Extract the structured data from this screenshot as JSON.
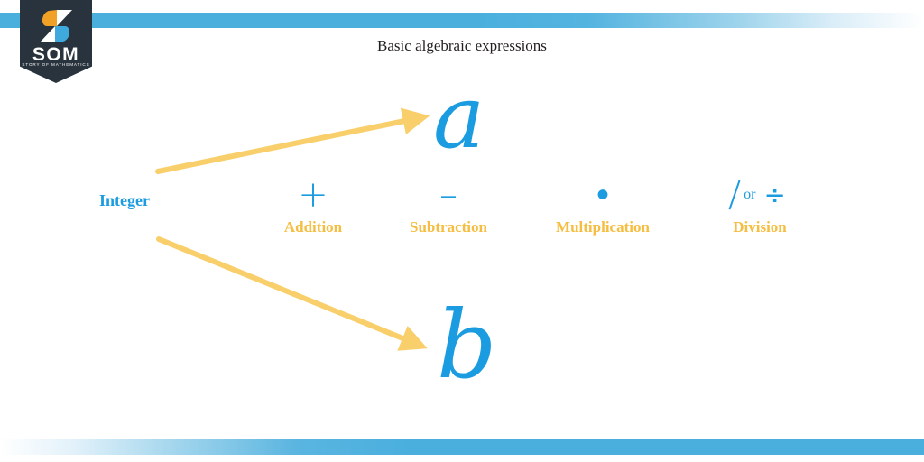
{
  "brand": {
    "logo_name": "SOM",
    "tagline": "STORY OF MATHEMATICS",
    "badge_color": "#28333D",
    "accent_orange": "#F2A127",
    "accent_blue": "#3FA9DE"
  },
  "header": {
    "title": "Basic algebraic expressions",
    "bar_color": "#4BAFDE"
  },
  "diagram": {
    "source_label": "Integer",
    "source_color": "#1B9CE0",
    "arrow_color": "#F8CF6B",
    "variables": [
      {
        "name": "variable-a",
        "text": "a",
        "color": "#1B9CE0"
      },
      {
        "name": "variable-b",
        "text": "b",
        "color": "#1B9CE0"
      }
    ],
    "operations": [
      {
        "key": "addition",
        "symbol": "+",
        "label": "Addition",
        "symbol_color": "#1B9CE0",
        "label_color": "#F5BE41"
      },
      {
        "key": "subtraction",
        "symbol": "–",
        "label": "Subtraction",
        "symbol_color": "#1B9CE0",
        "label_color": "#F5BE41"
      },
      {
        "key": "multiplication",
        "symbol": "•",
        "label": "Multiplication",
        "symbol_color": "#1B9CE0",
        "label_color": "#F5BE41"
      },
      {
        "key": "division",
        "symbol_slash": "/",
        "conjunction": "or",
        "symbol_obelus": "÷",
        "label": "Division",
        "symbol_color": "#1B9CE0",
        "label_color": "#F5BE41"
      }
    ]
  }
}
